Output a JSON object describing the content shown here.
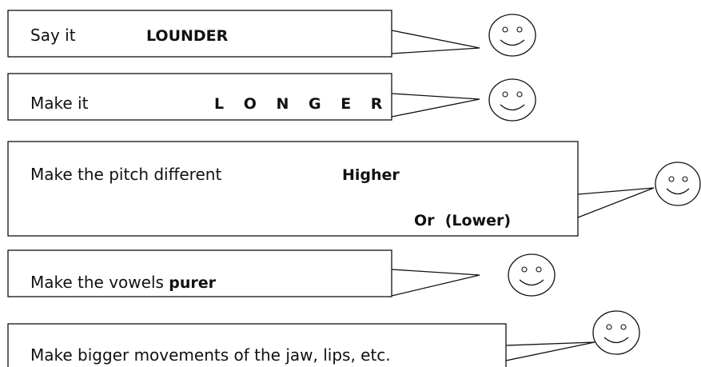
{
  "bubbles": [
    {
      "parts": [
        "Say it",
        "LOUNDER"
      ]
    },
    {
      "parts": [
        "Make it",
        "L O N G E R"
      ]
    },
    {
      "parts": [
        "Make the pitch different",
        "Higher",
        "Or  (Lower)"
      ]
    },
    {
      "parts": [
        "Make the vowels ",
        "purer"
      ]
    },
    {
      "parts": [
        "Make bigger movements of the jaw, lips, etc."
      ]
    }
  ],
  "icons": [
    "smiley-face-icon",
    "smiley-face-icon",
    "smiley-face-icon",
    "smiley-face-icon",
    "smiley-face-icon"
  ]
}
